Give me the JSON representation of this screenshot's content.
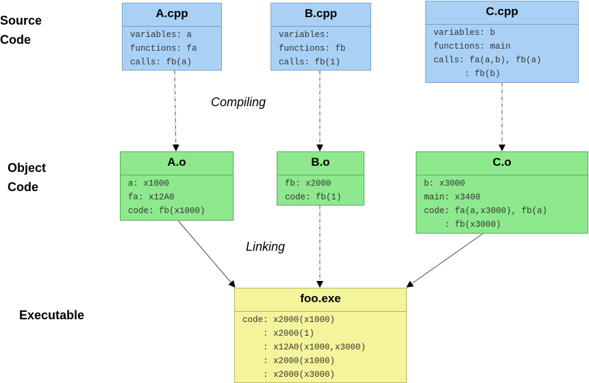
{
  "rows": {
    "source": [
      "Source",
      "Code"
    ],
    "object": [
      "Object",
      "Code"
    ],
    "executable": [
      "Executable"
    ]
  },
  "stages": {
    "compiling": "Compiling",
    "linking": "Linking"
  },
  "source_files": [
    {
      "title": "A.cpp",
      "lines": [
        "variables: a",
        "functions: fa",
        "calls: fb(a)"
      ]
    },
    {
      "title": "B.cpp",
      "lines": [
        "variables:",
        "functions: fb",
        "calls: fb(1)"
      ]
    },
    {
      "title": "C.cpp",
      "lines": [
        "variables: b",
        "functions: main",
        "calls: fa(a,b), fb(a)",
        "      : fb(b)"
      ]
    }
  ],
  "object_files": [
    {
      "title": "A.o",
      "lines": [
        "a: x1000",
        "fa: x12A0",
        "code: fb(x1000)"
      ]
    },
    {
      "title": "B.o",
      "lines": [
        "fb: x2000",
        "code: fb(1)"
      ]
    },
    {
      "title": "C.o",
      "lines": [
        "b: x3000",
        "main: x3400",
        "code: fa(a,x3000), fb(a)",
        "    : fb(x3000)"
      ]
    }
  ],
  "executable": {
    "title": "foo.exe",
    "lines": [
      "code: x2000(x1000)",
      "    : x2000(1)",
      "    : x12A0(x1000,x3000)",
      "    : x2000(x1000)",
      "    : x2000(x3000)"
    ]
  },
  "colors": {
    "source": "#a9d1f5",
    "object": "#8ee88e",
    "executable": "#f4f49c"
  }
}
